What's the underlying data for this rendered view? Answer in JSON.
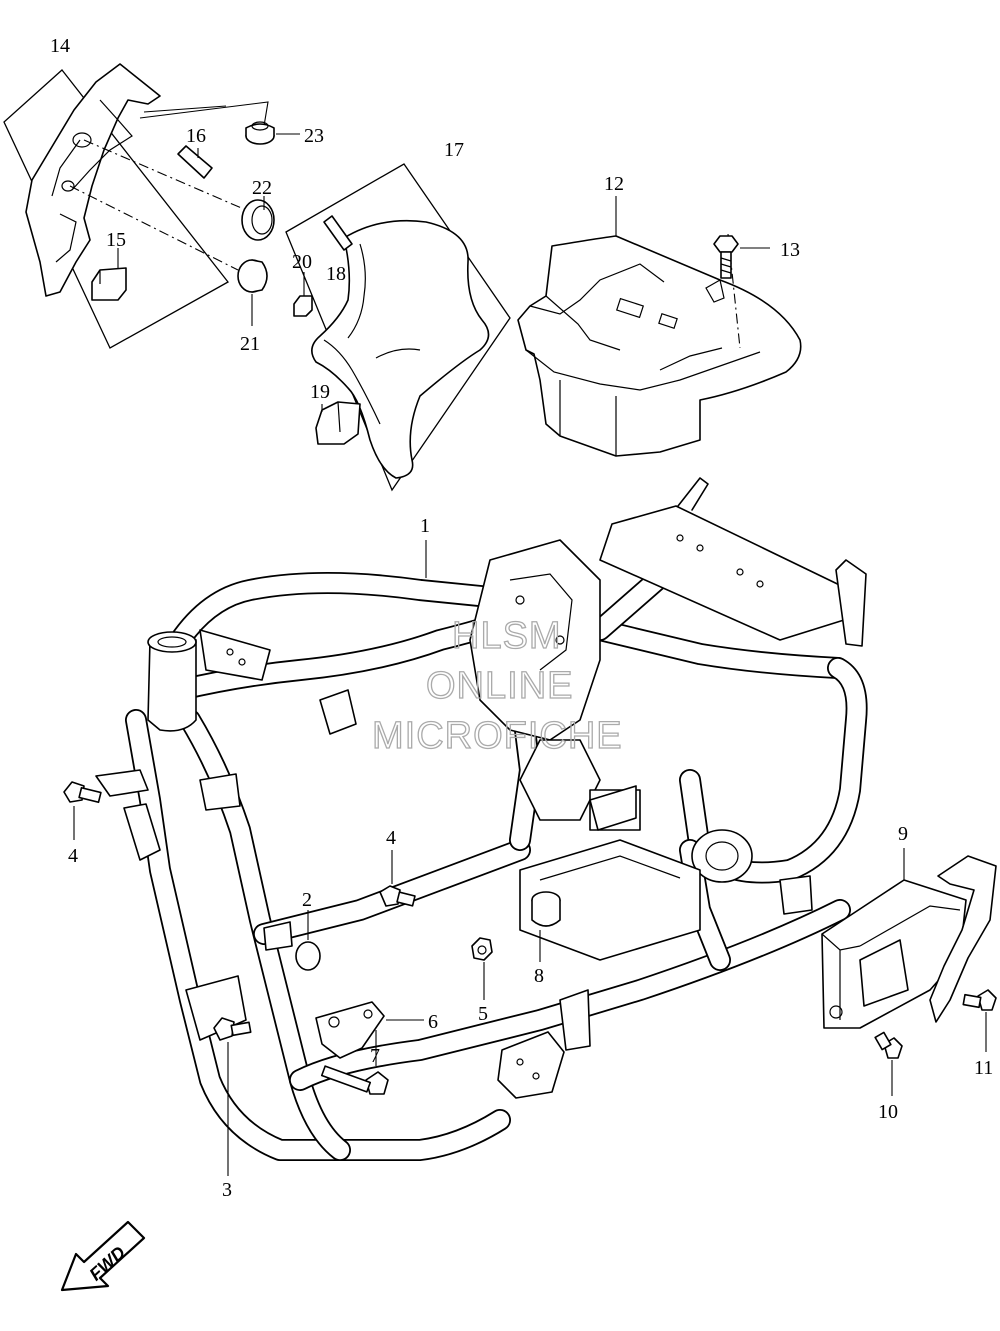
{
  "watermark": {
    "line1": "HLSM",
    "line2": "ONLINE",
    "line3": "MICROFICHE"
  },
  "direction_badge": {
    "label": "FWD"
  },
  "callouts": {
    "c1": "1",
    "c2": "2",
    "c3": "3",
    "c4a": "4",
    "c4b": "4",
    "c5": "5",
    "c6": "6",
    "c7": "7",
    "c8": "8",
    "c9": "9",
    "c10": "10",
    "c11": "11",
    "c12": "12",
    "c13": "13",
    "c14": "14",
    "c15": "15",
    "c16": "16",
    "c17": "17",
    "c18": "18",
    "c19": "19",
    "c20": "20",
    "c21": "21",
    "c22": "22",
    "c23": "23"
  }
}
